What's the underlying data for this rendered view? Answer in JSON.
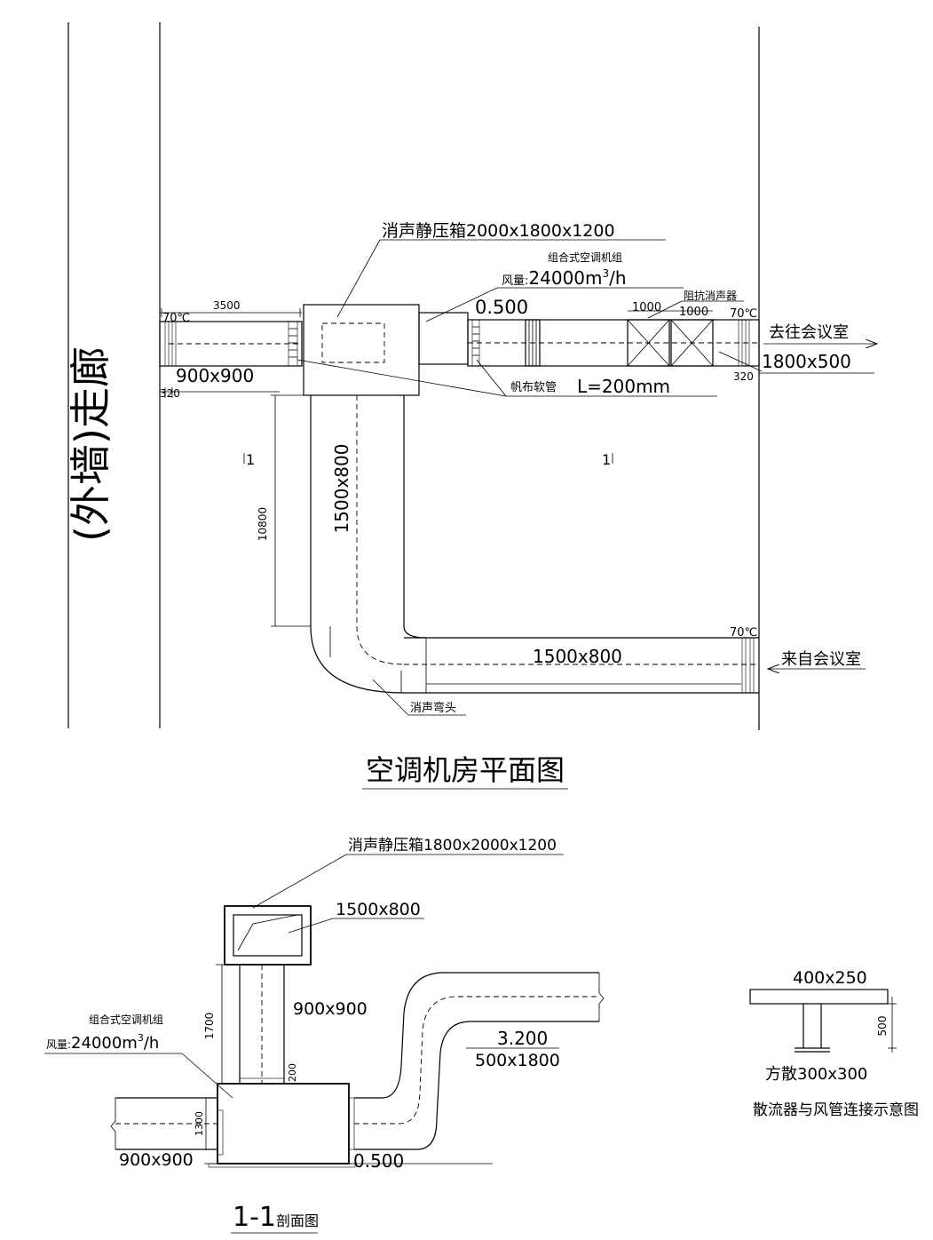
{
  "plan": {
    "wall_label": "(外墙)走廊",
    "plenum_box": "消声静压箱2000x1800x1200",
    "ahu_name": "组合式空调机组",
    "ahu_airflow_prefix": "风量:",
    "ahu_airflow_value": "24000m",
    "ahu_airflow_sup": "3",
    "ahu_airflow_unit": "/h",
    "silencer": "阻抗消声器",
    "elevation": "0.500",
    "dim_3500": "3500",
    "dim_1000a": "1000",
    "dim_1000b": "1000",
    "temp_left": "70℃",
    "temp_right": "70℃",
    "temp_bottom": "70℃",
    "to_room": "去往会议室",
    "duct_1800x500": "1800x500",
    "duct_900x900": "900x900",
    "dim_320_left": "320",
    "dim_320_right": "320",
    "canvas_flex": "帆布软管",
    "canvas_len": "L=200mm",
    "section_mark_left": "1",
    "section_mark_right": "1",
    "dim_10800": "10800",
    "duct_1500x800_v": "1500x800",
    "duct_1500x800_h": "1500x800",
    "from_room": "来自会议室",
    "elbow": "消声弯头",
    "title": "空调机房平面图"
  },
  "section": {
    "plenum_box": "消声静压箱1800x2000x1200",
    "duct_1500x800": "1500x800",
    "duct_900x900_up": "900x900",
    "dim_1700": "1700",
    "ahu_name": "组合式空调机组",
    "ahu_airflow_prefix": "风量:",
    "ahu_airflow_value": "24000m",
    "ahu_airflow_sup": "3",
    "ahu_airflow_unit": "/h",
    "elevation_3200": "3.200",
    "duct_500x1800": "500x1800",
    "dim_200": "200",
    "dim_1300": "1300",
    "duct_900x900_low": "900x900",
    "elevation_0500": "0.500",
    "title": "1-1",
    "title_suffix": "剖面图"
  },
  "detail": {
    "duct_400x250": "400x250",
    "dim_500": "500",
    "diffuser": "方散300x300",
    "caption": "散流器与风管连接示意图"
  }
}
